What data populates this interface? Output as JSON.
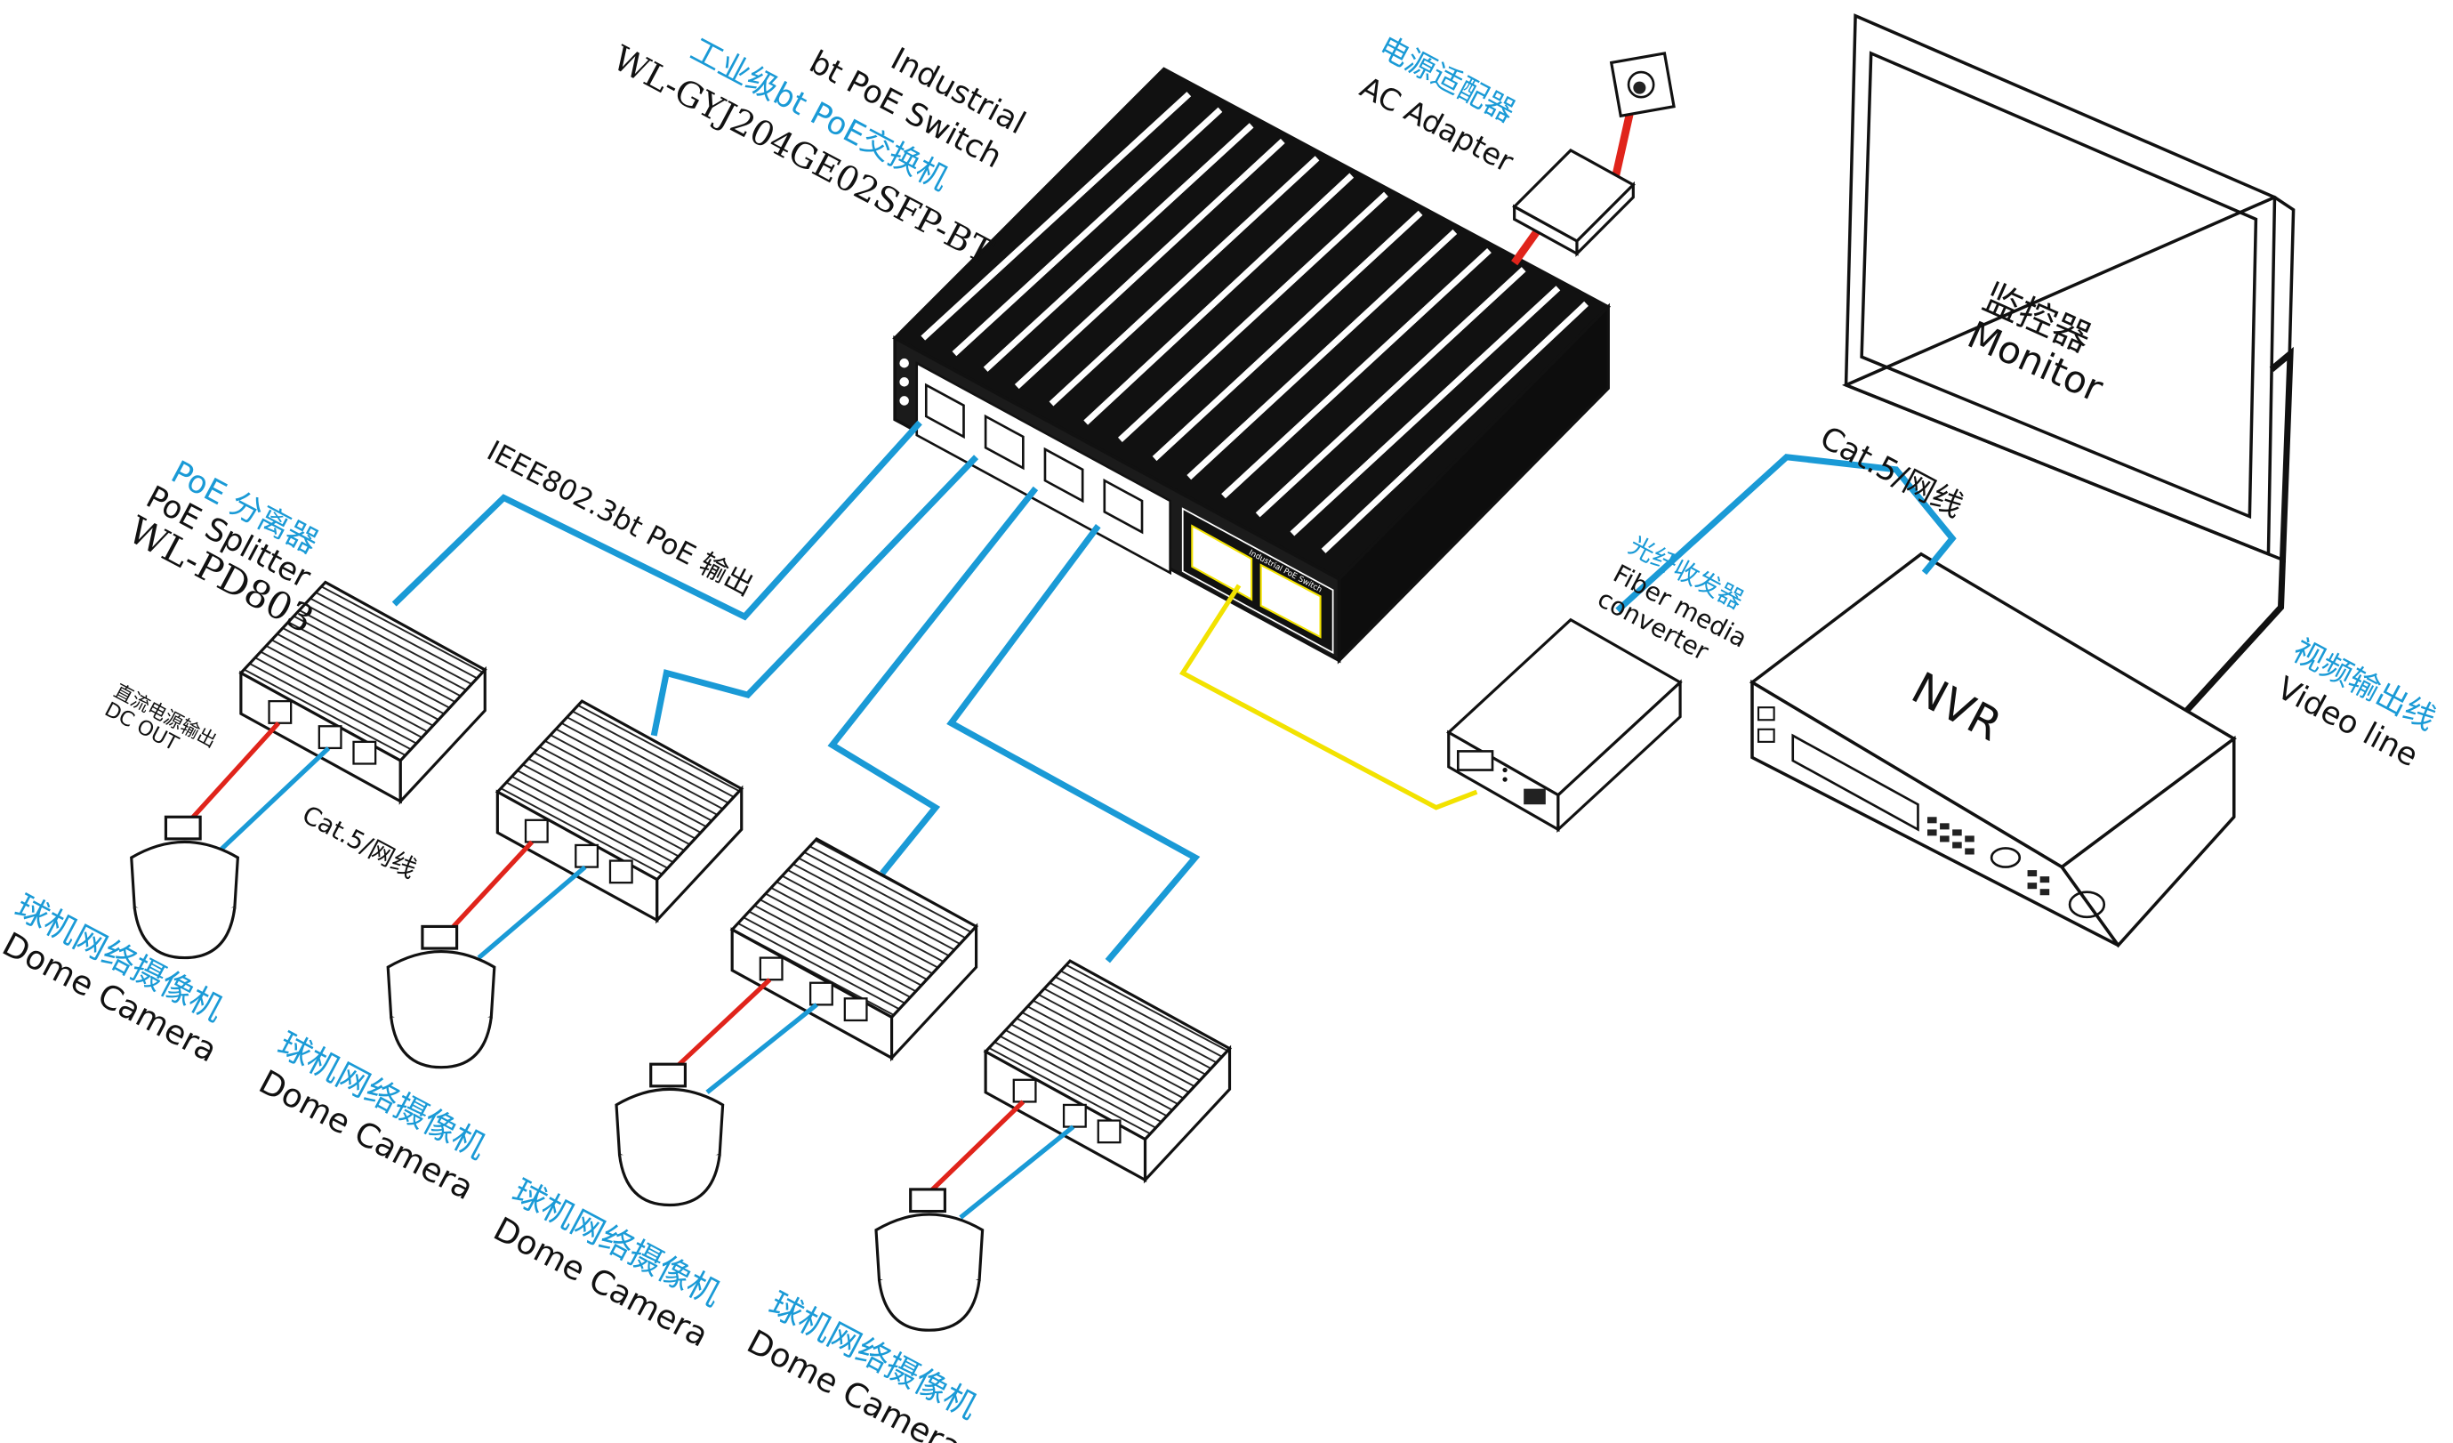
{
  "colors": {
    "accent_blue": "#1a9ad6",
    "cable_blue": "#1a9ad6",
    "power_red": "#e0241b",
    "fiber_yellow": "#f2e200",
    "line_black": "#111111"
  },
  "switch": {
    "label_en_1": "Industrial",
    "label_en_2": "bt PoE Switch",
    "label_cn": "工业级bt PoE交换机",
    "model": "WL-GYJ204GE02SFP-BT",
    "brand_panel": "Industrial PoE Switch"
  },
  "ac_adapter": {
    "label_cn": "电源适配器",
    "label_en": "AC Adapter"
  },
  "monitor": {
    "label_cn": "监控器",
    "label_en": "Monitor"
  },
  "nvr": {
    "label": "NVR"
  },
  "cable_top": {
    "label": "Cat.5/网线"
  },
  "fiber_converter": {
    "label_cn": "光纤收发器",
    "label_en_1": "Fiber media",
    "label_en_2": "converter"
  },
  "video_line": {
    "label_cn": "视频输出线",
    "label_en": "Video line"
  },
  "poe_output": {
    "label": "IEEE802.3bt PoE 输出"
  },
  "splitter": {
    "label_cn": "PoE 分离器",
    "label_en": "PoE Splitter",
    "model": "WL-PD803"
  },
  "dc_out": {
    "label_cn": "直流电源输出",
    "label_en": "DC OUT"
  },
  "cable_left": {
    "label": "Cat.5/网线"
  },
  "cameras": [
    {
      "label_cn": "球机网络摄像机",
      "label_en": "Dome Camera"
    },
    {
      "label_cn": "球机网络摄像机",
      "label_en": "Dome Camera"
    },
    {
      "label_cn": "球机网络摄像机",
      "label_en": "Dome Camera"
    },
    {
      "label_cn": "球机网络摄像机",
      "label_en": "Dome Camera"
    }
  ]
}
